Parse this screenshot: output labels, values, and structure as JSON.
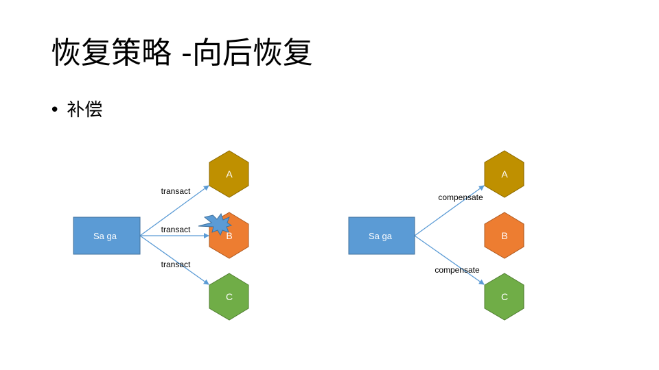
{
  "slide": {
    "title": "恢复策略 -向后恢复",
    "bullet": "补偿"
  },
  "diagrams": {
    "left": {
      "source_label": "Sa ga",
      "edge_labels": [
        "transact",
        "transact",
        "transact"
      ],
      "nodes": [
        "A",
        "B",
        "C"
      ],
      "failed_node": "B"
    },
    "right": {
      "source_label": "Sa ga",
      "edge_labels": [
        "compensate",
        "compensate"
      ],
      "nodes": [
        "A",
        "B",
        "C"
      ]
    }
  },
  "colors": {
    "saga_box": "#5b9bd5",
    "saga_border": "#41719c",
    "arrow": "#5b9bd5",
    "node_a": "#bf9000",
    "node_b": "#ed7d31",
    "node_c": "#70ad47",
    "burst": "#5b9bd5"
  }
}
